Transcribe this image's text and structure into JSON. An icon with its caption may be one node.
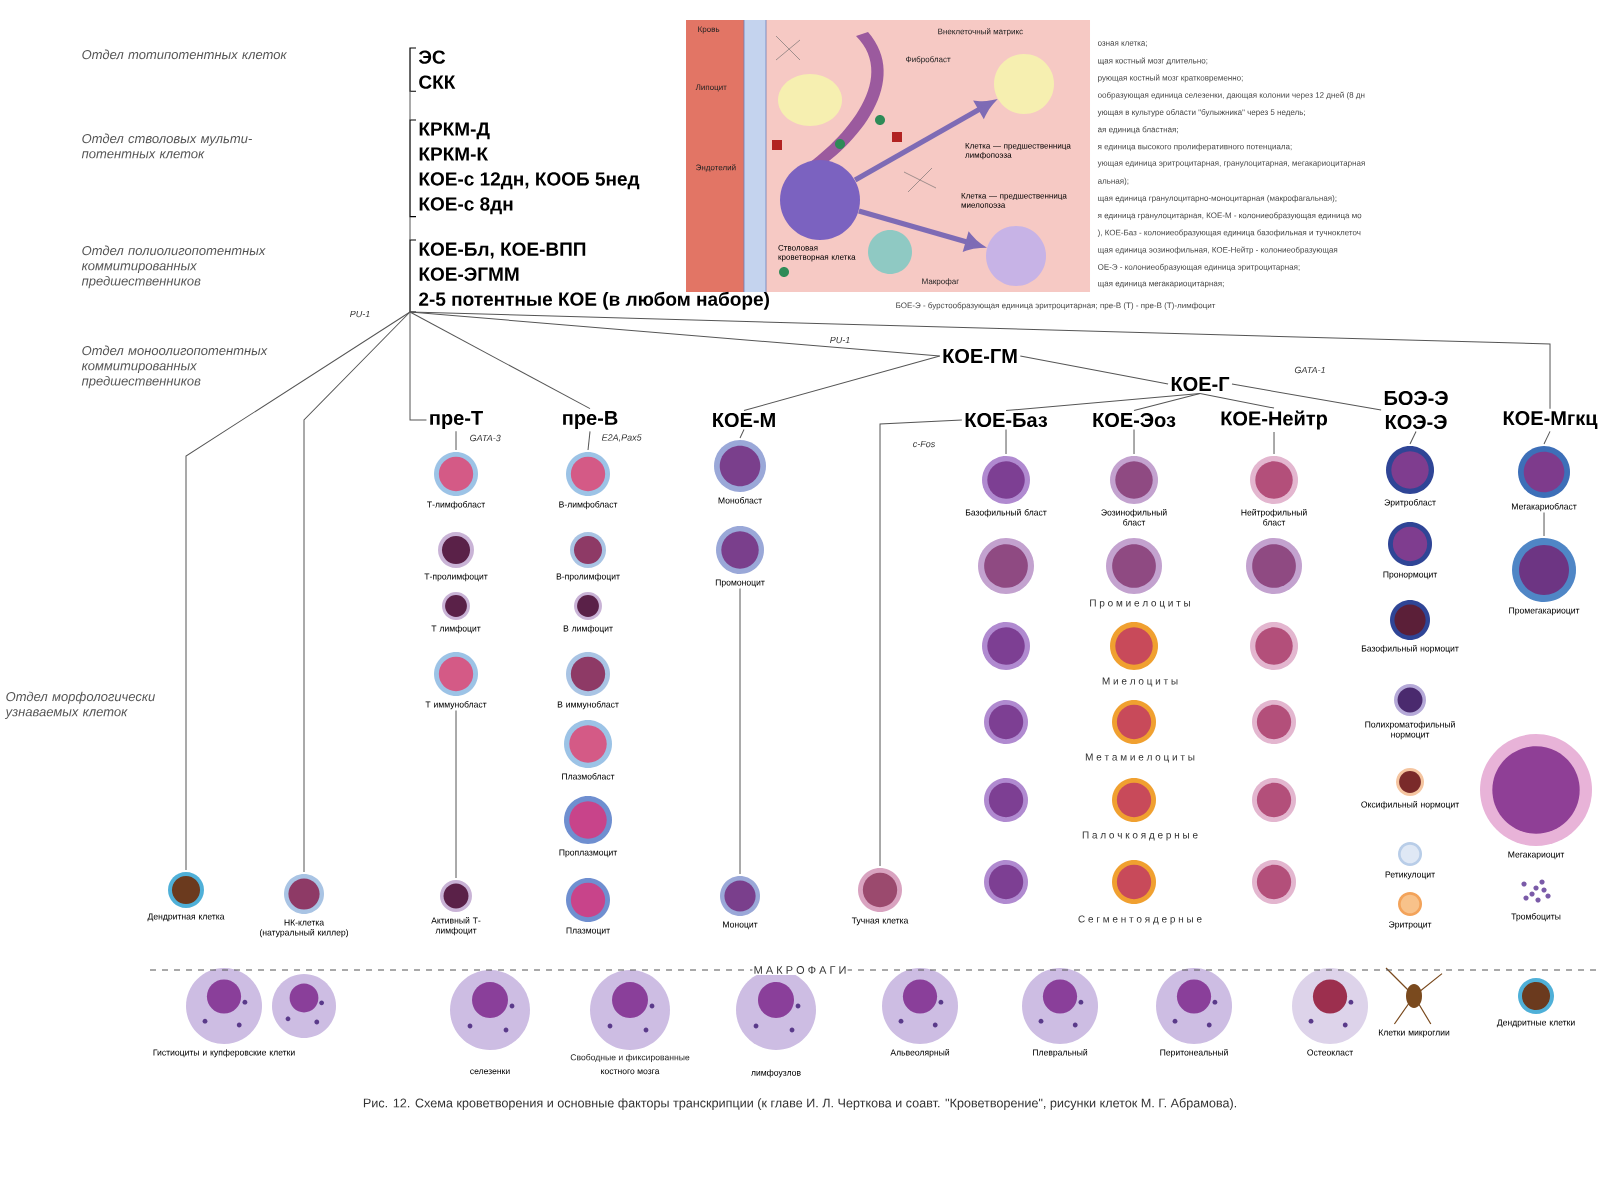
{
  "diagram": {
    "caption": "Рис. 12. Схема кроветворения и основные факторы транскрипции (к главе И. Л. Черткова и соавт. \"Кроветворение\", рисунки клеток М. Г. Абрамова).",
    "nodes": [
      {
        "text": [
          "ЭС",
          "СКК"
        ]
      },
      {
        "text": [
          "КРКМ-Д",
          "КРКМ-К",
          "КОЕ-с 12дн, КООБ 5нед",
          "КОЕ-с 8дн"
        ]
      },
      {
        "text": [
          "КОЕ-Бл, КОЕ-ВПП",
          "КОЕ-ЭГММ",
          "2-5 потентные КОЕ (в любом наборе)"
        ]
      },
      {
        "text": [
          "КОЕ-ГМ"
        ]
      },
      {
        "text": [
          "КОЕ-Г"
        ]
      },
      {
        "text": [
          "пре-Т"
        ]
      },
      {
        "text": [
          "пре-В"
        ]
      },
      {
        "text": [
          "КОЕ-М"
        ]
      },
      {
        "text": [
          "КОЕ-Баз"
        ]
      },
      {
        "text": [
          "КОЕ-Эоз"
        ]
      },
      {
        "text": [
          "КОЕ-Нейтр"
        ]
      },
      {
        "text": [
          "БОЭ-Э",
          "КОЭ-Э"
        ]
      },
      {
        "text": [
          "КОЕ-Мгкц"
        ]
      },
      {
        "text": [
          "Т-лимфобласт"
        ]
      },
      {
        "text": [
          "Т-пролимфоцит"
        ]
      },
      {
        "text": [
          "Т лимфоцит"
        ]
      },
      {
        "text": [
          "Т иммунобласт"
        ]
      },
      {
        "text": [
          "В-лимфобласт"
        ]
      },
      {
        "text": [
          "В-пролимфоцит"
        ]
      },
      {
        "text": [
          "В лимфоцит"
        ]
      },
      {
        "text": [
          "В иммунобласт"
        ]
      },
      {
        "text": [
          "Плазмобласт"
        ]
      },
      {
        "text": [
          "Проплазмоцит"
        ]
      },
      {
        "text": [
          "Монобласт"
        ]
      },
      {
        "text": [
          "Промоноцит"
        ]
      },
      {
        "text": [
          "Базофильный бласт"
        ]
      },
      {
        "text": [
          "Эозинофильный бласт"
        ]
      },
      {
        "text": [
          "Нейтрофильный бласт"
        ]
      },
      {
        "text": [
          "Эритробласт"
        ]
      },
      {
        "text": [
          "Пронормоцит"
        ]
      },
      {
        "text": [
          "Базофильный нормоцит"
        ]
      },
      {
        "text": [
          "Полихроматофильный нормоцит"
        ]
      },
      {
        "text": [
          "Оксифильный нормоцит"
        ]
      },
      {
        "text": [
          "Ретикулоцит"
        ]
      },
      {
        "text": [
          "Эритроцит"
        ]
      },
      {
        "text": [
          "Мегакариобласт"
        ]
      },
      {
        "text": [
          "Промегакариоцит"
        ]
      },
      {
        "text": [
          "Мегакариоцит"
        ]
      },
      {
        "text": [
          "Тромбоциты"
        ]
      },
      {
        "text": [
          "Дендритная клетка"
        ]
      },
      {
        "text": [
          "НК-клетка (натуральный киллер)"
        ]
      },
      {
        "text": [
          "Активный Т-лимфоцит"
        ]
      },
      {
        "text": [
          "Плазмоцит"
        ]
      },
      {
        "text": [
          "Моноцит"
        ]
      },
      {
        "text": [
          "Тучная клетка"
        ]
      },
      {
        "text": [
          "Гистиоциты и купферовские клетки"
        ]
      },
      {
        "text": [
          "селезенки"
        ]
      },
      {
        "text": [
          "костного мозга"
        ]
      },
      {
        "text": [
          "лимфоузлов"
        ]
      },
      {
        "text": [
          "Альвеолярный"
        ]
      },
      {
        "text": [
          "Плевральный"
        ]
      },
      {
        "text": [
          "Перитонеальный"
        ]
      },
      {
        "text": [
          "Остеокласт"
        ]
      },
      {
        "text": [
          "Клетки микроглии"
        ]
      },
      {
        "text": [
          "Дендритные клетки"
        ]
      },
      {
        "text": [],
        "shape": "circle",
        "beside": [
          "Стволовая кроветворная клетка"
        ]
      },
      {
        "text": [],
        "shape": "circle",
        "beside": [
          "Клетка — предшественница лимфопоэза"
        ]
      },
      {
        "text": [],
        "shape": "circle",
        "beside": [
          "Клетка — предшественница миелопоэза"
        ]
      }
    ],
    "edges": [
      {
        "from": 0,
        "to": 1,
        "arrow": "none"
      },
      {
        "from": 1,
        "to": 2,
        "arrow": "none"
      },
      {
        "from": 2,
        "to": 39,
        "arrow": "none"
      },
      {
        "from": 2,
        "to": 40,
        "arrow": "none"
      },
      {
        "from": 2,
        "to": 5,
        "arrow": "none"
      },
      {
        "from": 2,
        "to": 6,
        "arrow": "none"
      },
      {
        "from": 2,
        "to": 3,
        "arrow": "none"
      },
      {
        "from": 2,
        "to": 12,
        "arrow": "none"
      },
      {
        "from": 3,
        "to": 7,
        "arrow": "none"
      },
      {
        "from": 3,
        "to": 4,
        "arrow": "none"
      },
      {
        "from": 4,
        "to": 8,
        "arrow": "none"
      },
      {
        "from": 4,
        "to": 9,
        "arrow": "none"
      },
      {
        "from": 4,
        "to": 10,
        "arrow": "none"
      },
      {
        "from": 4,
        "to": 11,
        "arrow": "none"
      },
      {
        "from": 8,
        "to": 44,
        "arrow": "none"
      },
      {
        "from": 5,
        "to": 13,
        "arrow": "none"
      },
      {
        "from": 6,
        "to": 17,
        "arrow": "none"
      },
      {
        "from": 7,
        "to": 23,
        "arrow": "none"
      },
      {
        "from": 16,
        "to": 41,
        "arrow": "none"
      },
      {
        "from": 24,
        "to": 43,
        "arrow": "none"
      },
      {
        "from": 8,
        "to": 25,
        "arrow": "none"
      },
      {
        "from": 9,
        "to": 26,
        "arrow": "none"
      },
      {
        "from": 10,
        "to": 27,
        "arrow": "none"
      },
      {
        "from": 11,
        "to": 28,
        "arrow": "none"
      },
      {
        "from": 12,
        "to": 35,
        "arrow": "none"
      },
      {
        "from": 35,
        "to": 36,
        "arrow": "none"
      },
      {
        "from": 55,
        "to": 56,
        "arrow": "to",
        "style": "thick",
        "color": "#7e6bb5"
      },
      {
        "from": 55,
        "to": 57,
        "arrow": "to",
        "style": "thick",
        "color": "#7e6bb5"
      }
    ],
    "labels": [
      "Отдел тотипотентных клеток",
      "Отдел стволовых мульти-потентных клеток",
      "Отдел полиолигопотентных коммитированных предшественников",
      "Отдел моноолигопотентных коммитированных предшественников",
      "Кровь",
      "Внеклеточный матрикс",
      "Липоцит",
      "Фибробласт",
      "Эндотелий",
      "Макрофаг",
      "озная клетка;",
      "щая костный мозг длительно;",
      "рующая костный мозг кратковременно;",
      "ообразующая единица селезенки, дающая колонии через 12 дней (8 дн",
      "ующая в культуре области \"булыжника\" через 5 недель;",
      "ая единица бластная;",
      "я единица высокого пролиферативного потенциала;",
      "ующая единица эритроцитарная, гранулоцитарная, мегакариоцитарная",
      "альная);",
      "щая единица гранулоцитарно-моноцитарная (макрофагальная);",
      "я единица гранулоцитарная, КОЕ-М - колониеобразующая единица мо",
      "), КОЕ-Баз - колониеобразующая единица базофильная и тучноклеточ",
      "щая единица эозинофильная, КОЕ-Нейтр - колониеобразующая",
      "ОЕ-Э - колониеобразующая единица эритроцитарная;",
      "щая единица мегакариоцитарная;",
      "БОЕ-Э - бурстообразующая единица эритроцитарная; пре-В (Т) - пре-В (Т)-лимфоцит",
      "PU-1",
      "PU-1",
      "GATA-3",
      "E2A,Pax5",
      "c-Fos",
      "GATA-1",
      "Отдел морфологически узнаваемых клеток",
      "П р о м и е л о ц и т ы",
      "М и е л о ц и т ы",
      "М е т а м и е л о ц и т ы",
      "П а л о ч к о я д е р н ы е",
      "С е г м е н т о я д е р н ы е",
      "М А К Р О Ф А Г И",
      "Свободные и фиксированные"
    ]
  }
}
